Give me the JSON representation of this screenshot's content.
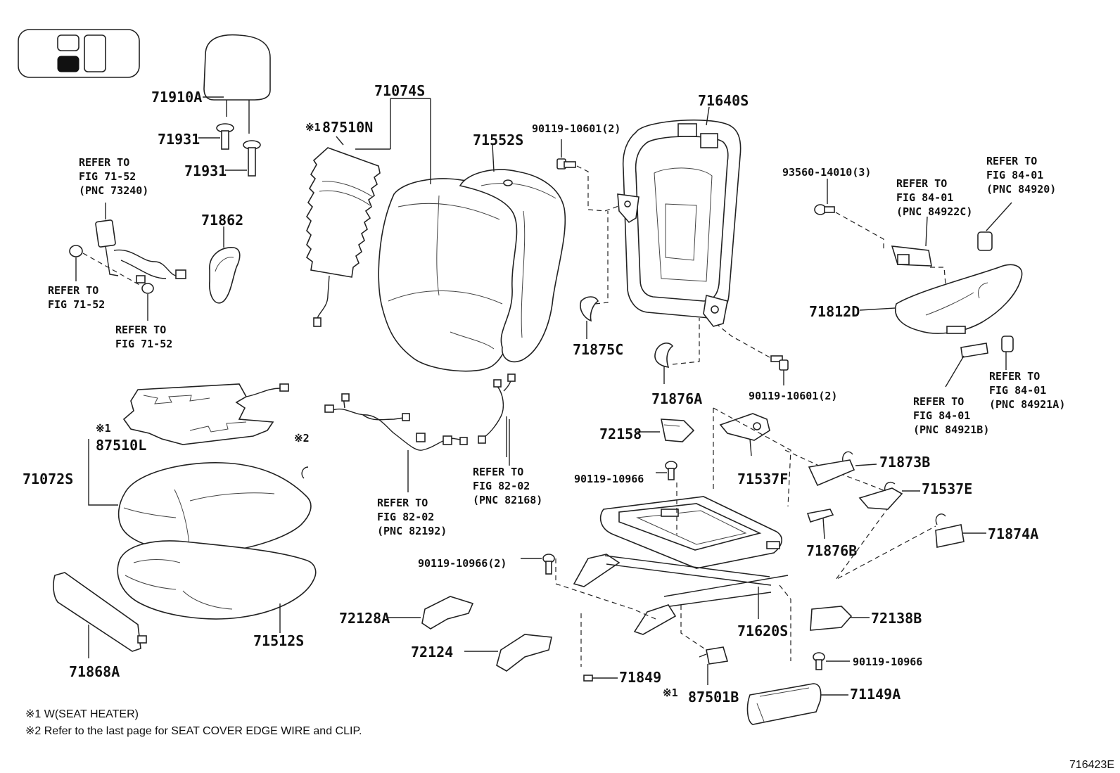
{
  "labels": {
    "p71910A": "71910A",
    "p71931a": "71931",
    "p71931b": "71931",
    "p71074S": "71074S",
    "p87510N_mark": "※1",
    "p87510N": "87510N",
    "p71552S": "71552S",
    "p71640S": "71640S",
    "p90119_10601_top": "90119-10601(2)",
    "p93560": "93560-14010(3)",
    "p71862": "71862",
    "p71875C": "71875C",
    "p71876A": "71876A",
    "p90119_10601_mid": "90119-10601(2)",
    "p71812D": "71812D",
    "p87510L_mark": "※1",
    "p87510L": "87510L",
    "p71072S": "71072S",
    "mark2": "※2",
    "p72158": "72158",
    "p71537F": "71537F",
    "p90119_10966_a": "90119-10966",
    "p71873B": "71873B",
    "p71537E": "71537E",
    "p71876B": "71876B",
    "p71874A": "71874A",
    "p90119_10966_b": "90119-10966(2)",
    "p72128A": "72128A",
    "p71620S": "71620S",
    "p72138B": "72138B",
    "p72124": "72124",
    "p90119_10966_c": "90119-10966",
    "p71512S": "71512S",
    "p71868A": "71868A",
    "p71849": "71849",
    "p71849_mark": "※1",
    "p87501B": "87501B",
    "p71149A": "71149A"
  },
  "refers": {
    "r1": [
      "REFER TO",
      "FIG 71-52",
      "(PNC 73240)"
    ],
    "r2": [
      "REFER TO",
      "FIG 71-52"
    ],
    "r3": [
      "REFER TO",
      "FIG 71-52"
    ],
    "r4": [
      "REFER TO",
      "FIG 84-01",
      "(PNC 84922C)"
    ],
    "r5": [
      "REFER TO",
      "FIG 84-01",
      "(PNC 84920)"
    ],
    "r6": [
      "REFER TO",
      "FIG 84-01",
      "(PNC 84921A)"
    ],
    "r7": [
      "REFER TO",
      "FIG 84-01",
      "(PNC 84921B)"
    ],
    "r8": [
      "REFER TO",
      "FIG 82-02",
      "(PNC 82168)"
    ],
    "r9": [
      "REFER TO",
      "FIG 82-02",
      "(PNC 82192)"
    ]
  },
  "notes": {
    "n1": "※1  W(SEAT  HEATER)",
    "n2": "※2  Refer to the last page for SEAT COVER EDGE WIRE and CLIP."
  },
  "figure_id": "716423E"
}
